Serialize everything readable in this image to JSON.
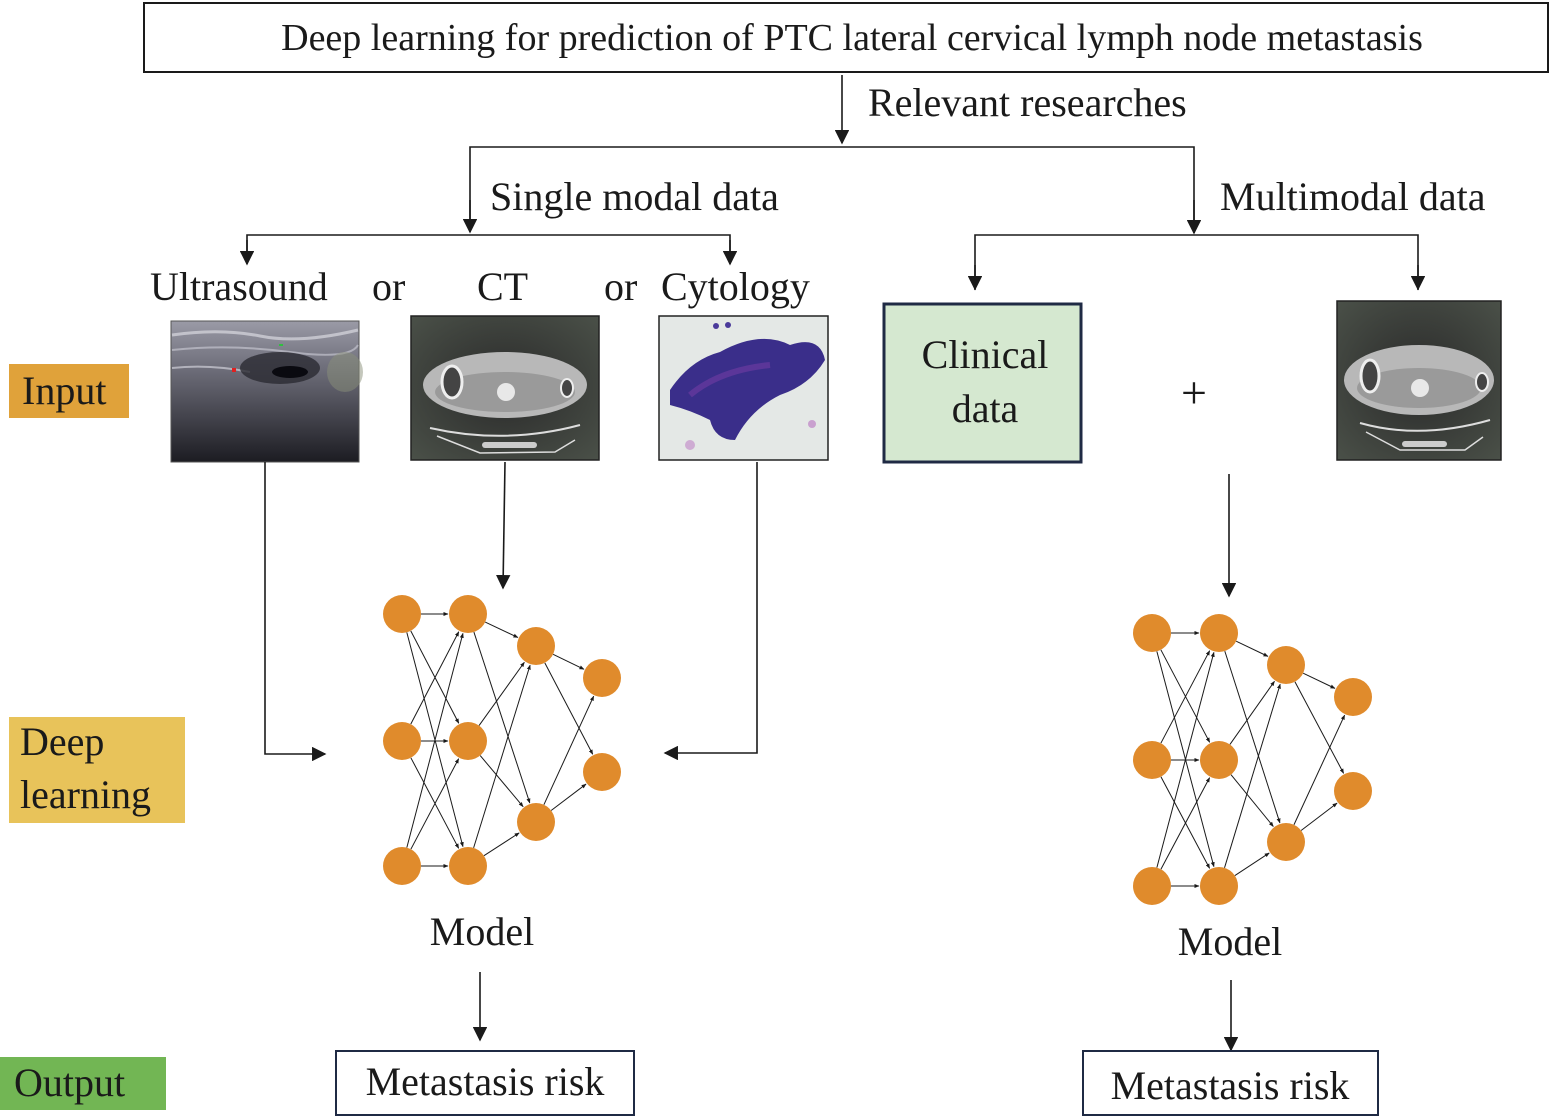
{
  "title": "Deep learning for prediction of PTC lateral cervical lymph node metastasis",
  "branch_label": "Relevant researches",
  "left_branch": {
    "label": "Single modal data",
    "modalities": [
      {
        "label": "Ultrasound",
        "image": "ultrasound-image"
      },
      {
        "label": "CT",
        "image": "ct-scan-image"
      },
      {
        "label": "Cytology",
        "image": "cytology-image"
      }
    ],
    "separator": "or",
    "model_label": "Model",
    "output_label": "Metastasis risk"
  },
  "right_branch": {
    "label": "Multimodal data",
    "clinical_label_line1": "Clinical",
    "clinical_label_line2": "data",
    "plus": "+",
    "model_label": "Model",
    "output_label": "Metastasis risk"
  },
  "stage_labels": {
    "input": "Input",
    "deep_line1": "Deep",
    "deep_line2": "learning",
    "output": "Output"
  },
  "colors": {
    "input_stage": "#e0a23a",
    "deep_stage": "#e8c35a",
    "output_stage": "#72b654",
    "clinical_box": "#d5e8d0",
    "node": "#e08b2c"
  },
  "network": {
    "layers": [
      3,
      3,
      2,
      2
    ],
    "connectivity": "fully-connected"
  }
}
